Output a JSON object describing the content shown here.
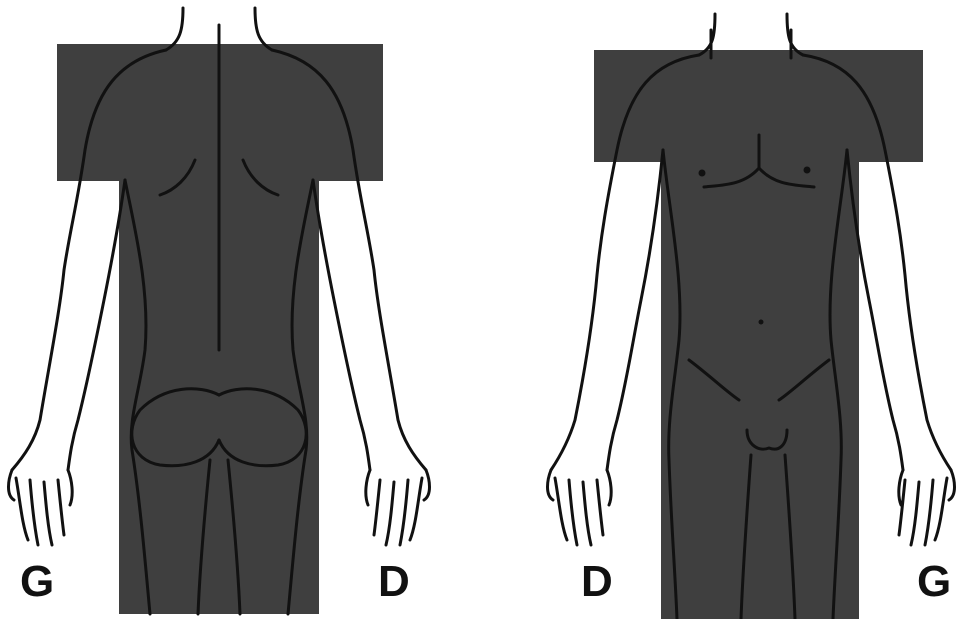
{
  "back_view": {
    "left_label": "G",
    "right_label": "D"
  },
  "front_view": {
    "left_label": "D",
    "right_label": "G"
  },
  "colors": {
    "highlight": "#3f3f3f",
    "outline": "#111111",
    "background": "#ffffff"
  }
}
